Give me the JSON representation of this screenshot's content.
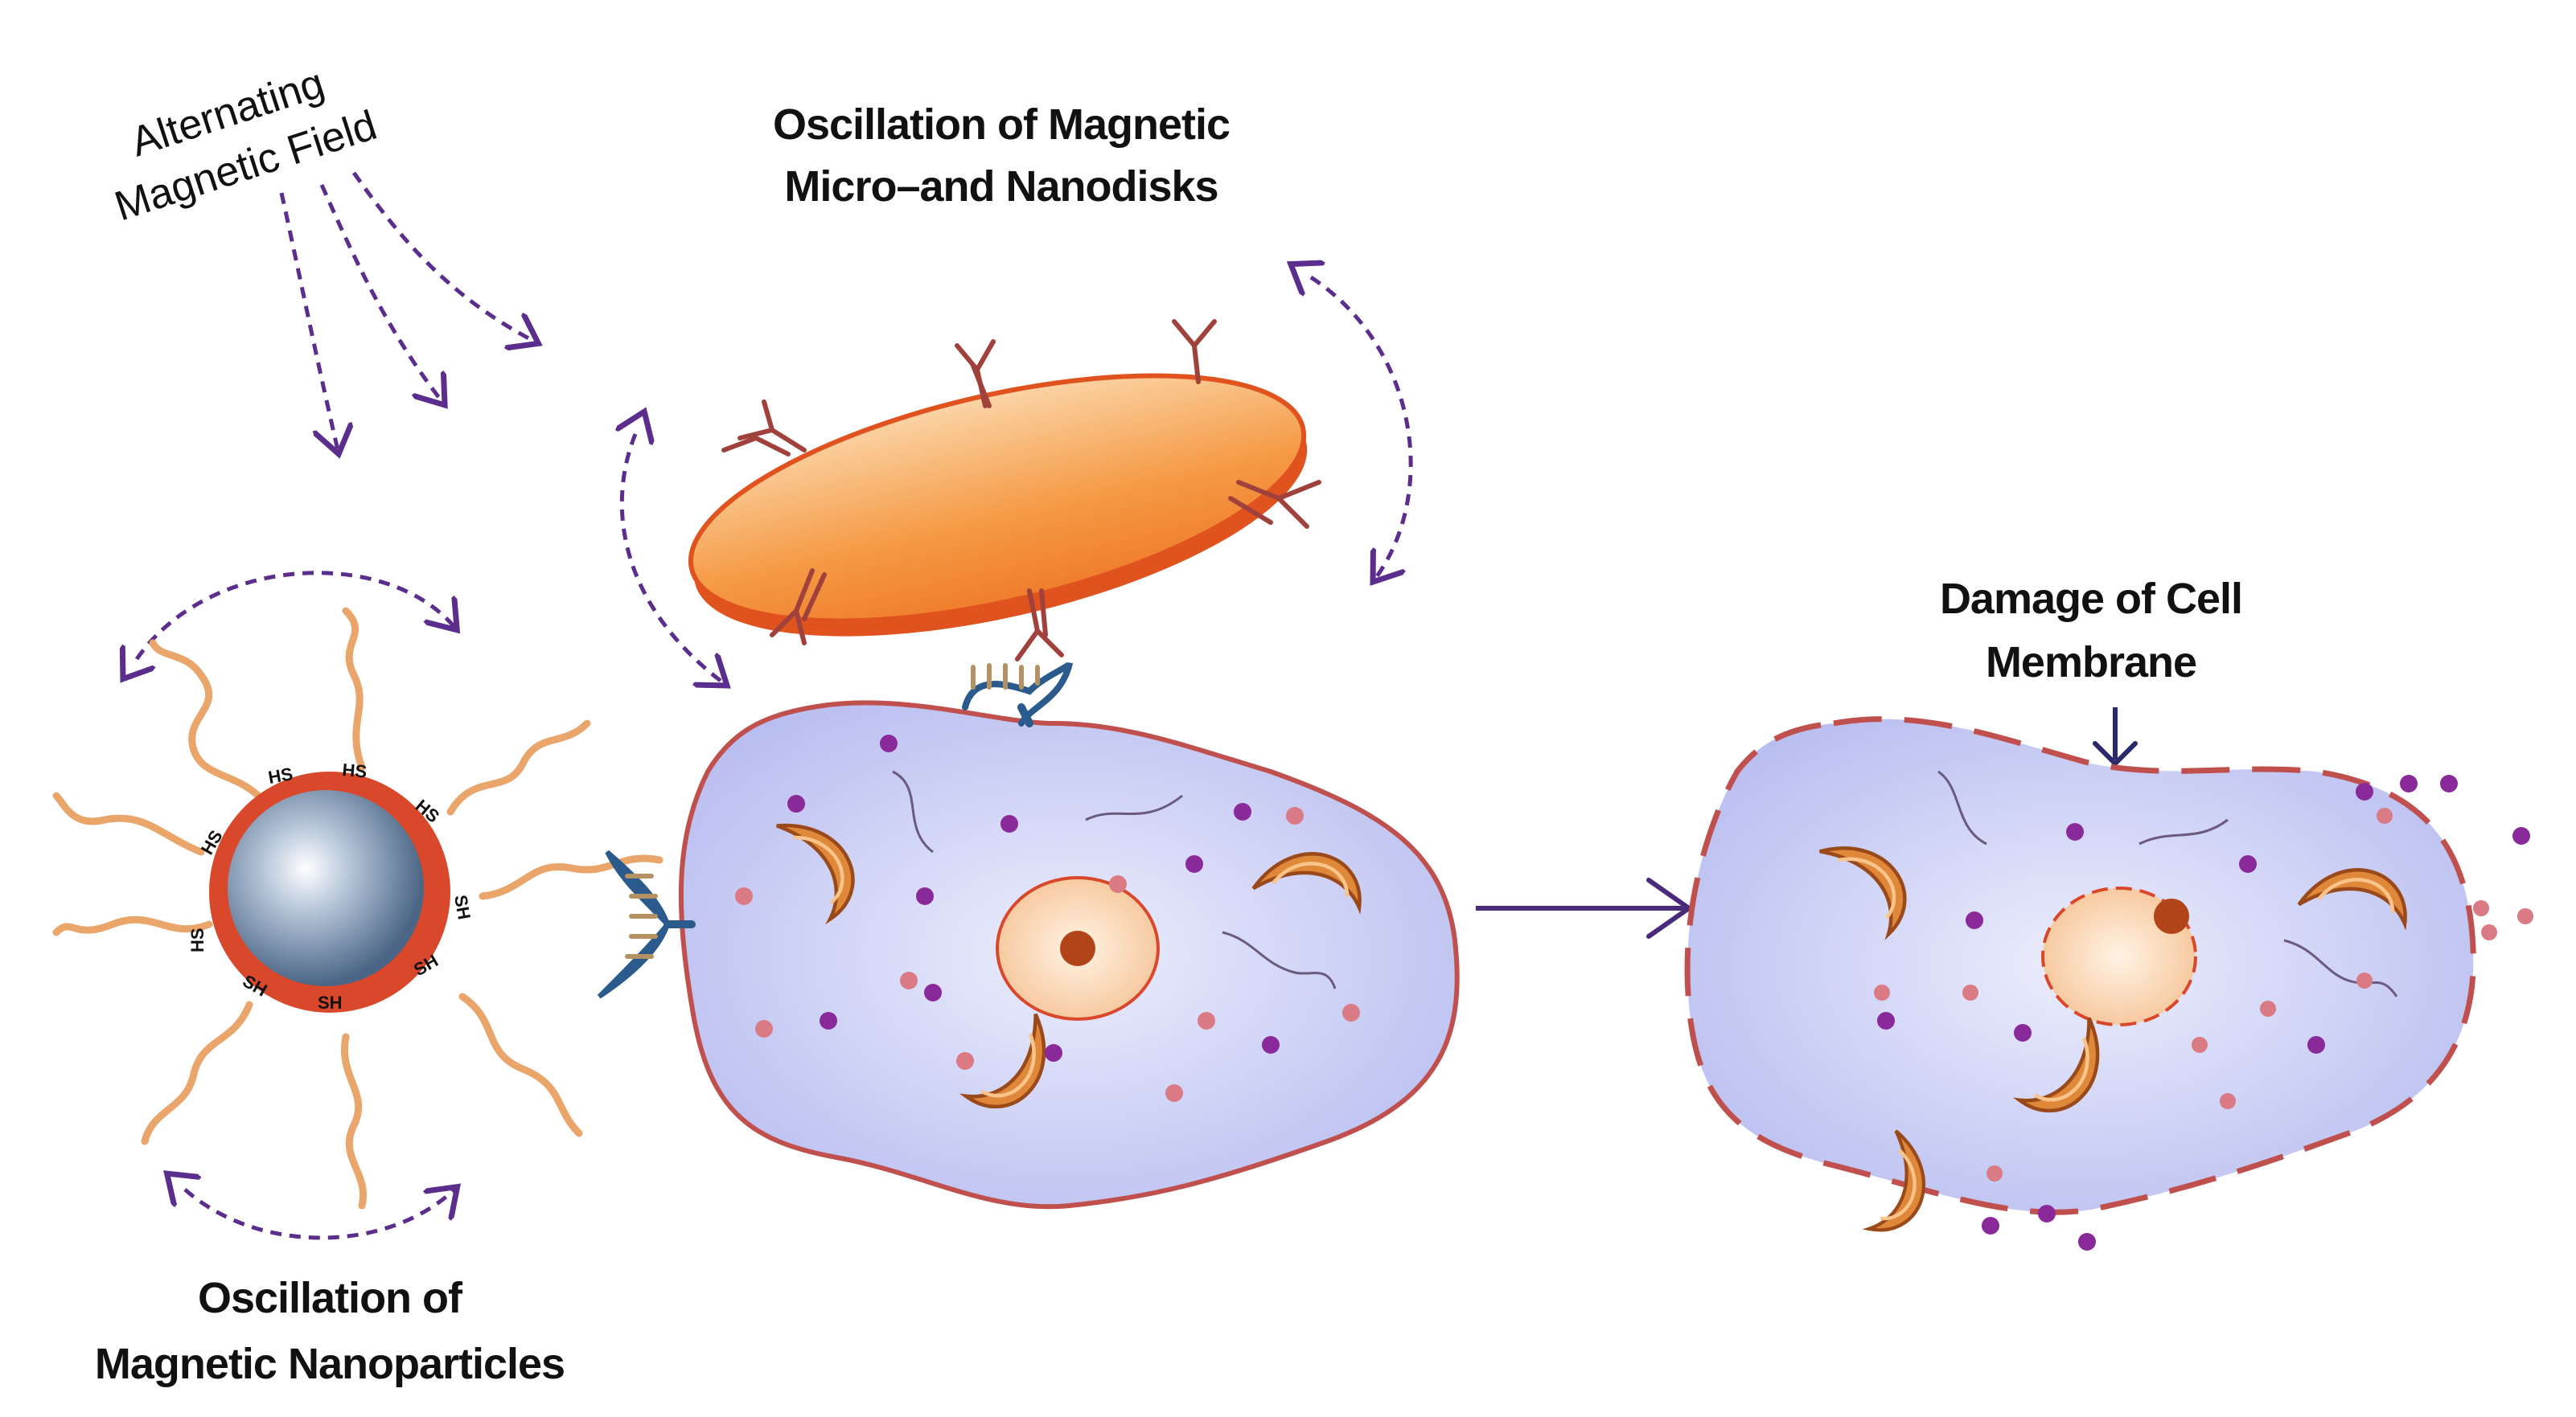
{
  "labels": {
    "field_line1": "Alternating",
    "field_line2": "Magnetic Field",
    "disks_line1": "Oscillation of Magnetic",
    "disks_line2": "Micro–and Nanodisks",
    "np_line1": "Oscillation of",
    "np_line2": "Magnetic Nanoparticles",
    "damage_line1": "Damage of Cell",
    "damage_line2": "Membrane"
  },
  "ligands": [
    "HS",
    "HS",
    "HS",
    "HS",
    "HS",
    "SH",
    "SH",
    "SH",
    "SH"
  ],
  "colors": {
    "arrow_dashed": "#5b2d8c",
    "process_arrow": "#4a2a7a",
    "cell_fill": "#c9cdf2",
    "cell_border": "#c0504d",
    "disk_fill": "#f7a04a",
    "disk_rim": "#e0521e",
    "shell": "#d9482b",
    "core": "#6c86a8",
    "wave": "#e9a56a",
    "receptor": "#2b5b8c",
    "mito_fill": "#e0883a",
    "dot_purple": "#8a2a9a",
    "dot_pink": "#d97a85"
  }
}
